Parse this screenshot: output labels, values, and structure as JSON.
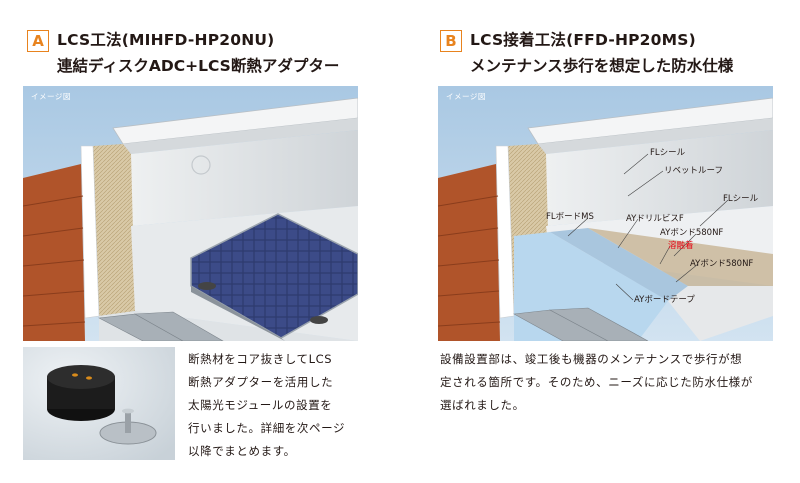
{
  "panel_a": {
    "badge": "A",
    "title_line1": "LCS工法(MIHFD-HP20NU)",
    "title_line2": "連結ディスクADC+LCS断熱アダプター",
    "image_label": "イメージ図",
    "description": [
      "断熱材をコア抜きしてLCS",
      "断熱アダプターを活用した",
      "太陽光モジュールの設置を",
      "行いました。詳細を次ページ",
      "以降でまとめます。"
    ]
  },
  "panel_b": {
    "badge": "B",
    "title_line1": "LCS接着工法(FFD-HP20MS)",
    "title_line2": "メンテナンス歩行を想定した防水仕様",
    "image_label": "イメージ図",
    "callouts": {
      "fl_sheet_1": "FLシール",
      "rivet_roof": "リベットルーフ",
      "fl_sheet_2": "FLシール",
      "fl_board_ms": "FLボードMS",
      "ay_drill_screw": "AYドリルビスF",
      "ay_bond_1": "AYボンド580NF",
      "solvent_weld": "溶融着",
      "ay_bond_2": "AYボンド580NF",
      "ay_board_tape": "AYボードテープ"
    },
    "description": [
      "設備設置部は、竣工後も機器のメンテナンスで歩行が想",
      "定される箇所です。そのため、ニーズに応じた防水仕様が",
      "選ばれました。"
    ]
  },
  "colors": {
    "accent": "#e8831e",
    "callout_red": "#e60012",
    "text": "#231815"
  }
}
